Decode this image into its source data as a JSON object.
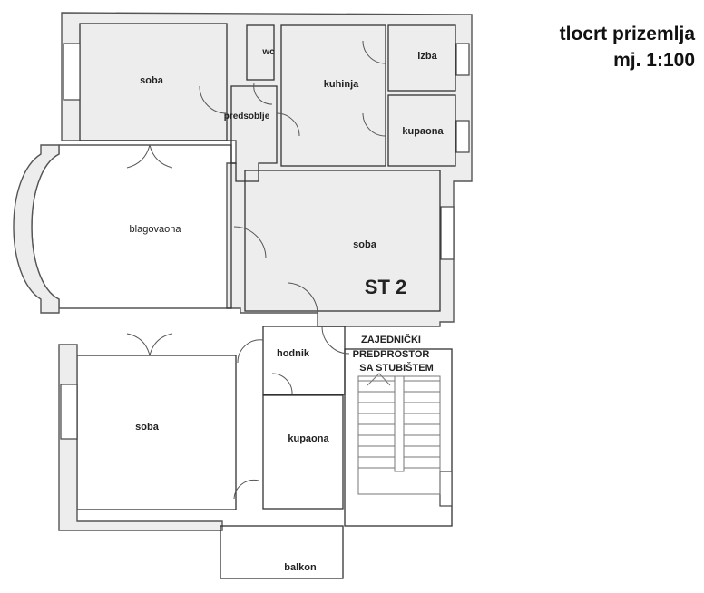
{
  "title": {
    "line1": "tlocrt prizemlja",
    "line2": "mj. 1:100"
  },
  "rooms": {
    "soba_top_left": "soba",
    "wc": "wc",
    "predsoblje": "predsoblje",
    "kuhinja": "kuhinja",
    "izba": "izba",
    "kupaona_top": "kupaona",
    "blagovaona": "blagovaona",
    "soba_middle": "soba",
    "unit_label": "ST 2",
    "hodnik": "hodnik",
    "common_line1": "ZAJEDNIČKI",
    "common_line2": "PREDPROSTOR",
    "common_line3": "SA STUBIŠTEM",
    "soba_bottom_left": "soba",
    "kupaona_bottom": "kupaona",
    "balkon": "balkon"
  }
}
